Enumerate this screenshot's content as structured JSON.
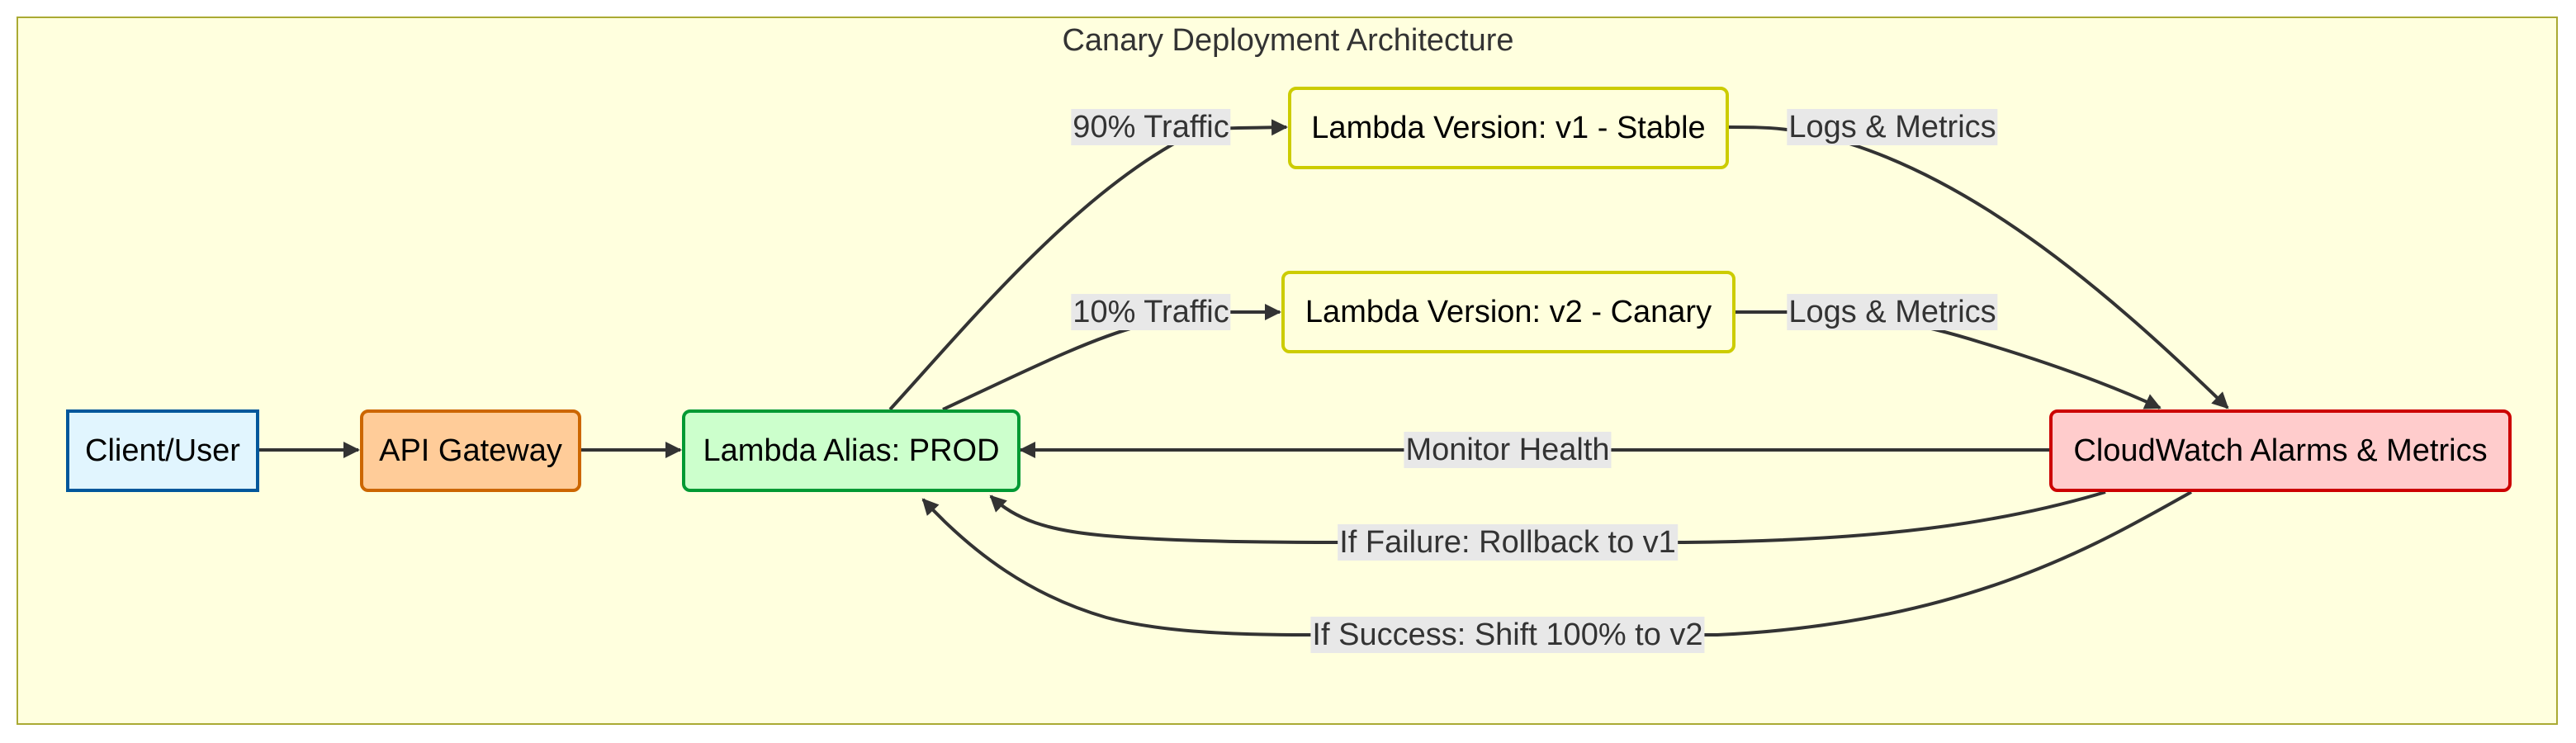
{
  "diagram": {
    "title": "Canary Deployment Architecture",
    "nodes": {
      "client": "Client/User",
      "gateway": "API Gateway",
      "alias": "Lambda Alias: PROD",
      "v1": "Lambda Version: v1 - Stable",
      "v2": "Lambda Version: v2 - Canary",
      "cloudwatch": "CloudWatch Alarms & Metrics"
    },
    "edges": {
      "traffic_v1": "90% Traffic",
      "traffic_v2": "10% Traffic",
      "logs_v1": "Logs & Metrics",
      "logs_v2": "Logs & Metrics",
      "monitor": "Monitor Health",
      "rollback": "If Failure: Rollback to v1",
      "shift": "If Success: Shift 100% to v2"
    }
  },
  "colors": {
    "cluster_fill": "#ffffde",
    "cluster_border": "#aaaa33",
    "client_fill": "#e1f5fe",
    "client_border": "#01579b",
    "gateway_fill": "#ffcc99",
    "gateway_border": "#cc6600",
    "alias_fill": "#ccffcc",
    "alias_border": "#009933",
    "version_fill": "#ffffdd",
    "version_border": "#cccc00",
    "cloudwatch_fill": "#ffcccc",
    "cloudwatch_border": "#cc0000",
    "edge": "#333333",
    "edge_label_bg": "#e8e8e8"
  }
}
